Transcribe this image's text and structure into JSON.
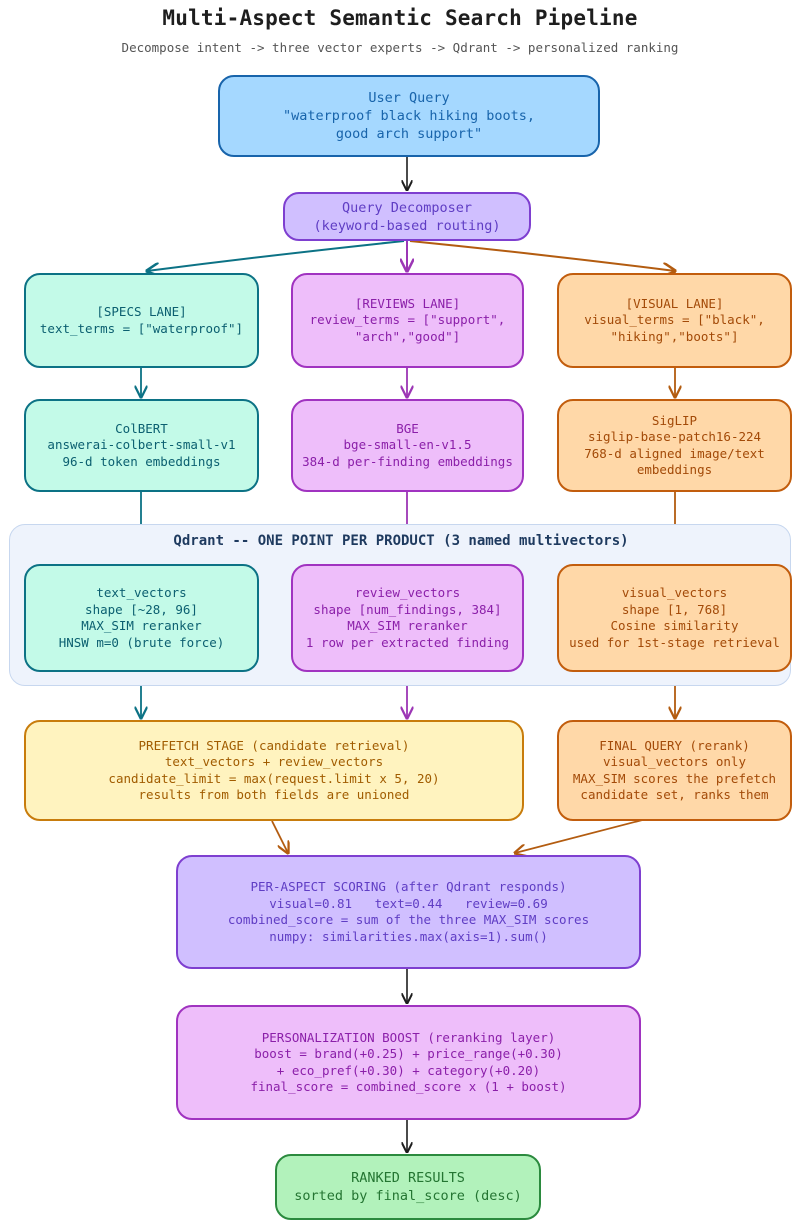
{
  "title": "Multi-Aspect Semantic Search Pipeline",
  "subtitle": "Decompose intent -> three vector experts -> Qdrant -> personalized ranking",
  "colors": {
    "user_query": "#a5d8ff",
    "decomposer": "#d0bfff",
    "specs": "#c3fae8",
    "reviews": "#eebefa",
    "visual": "#ffd8a8",
    "prefetch": "#fff3bf",
    "results": "#b2f2bb",
    "qdrant_group": "#eef3fc"
  },
  "user_query": {
    "lines": [
      "User Query",
      "\"waterproof black hiking boots,",
      "good arch support\""
    ]
  },
  "decomposer": {
    "lines": [
      "Query Decomposer",
      "(keyword-based routing)"
    ]
  },
  "lanes": {
    "specs": {
      "lines": [
        "[SPECS LANE]",
        "text_terms = [\"waterproof\"]"
      ]
    },
    "reviews": {
      "lines": [
        "[REVIEWS LANE]",
        "review_terms = [\"support\",",
        "\"arch\",\"good\"]"
      ]
    },
    "visual": {
      "lines": [
        "[VISUAL LANE]",
        "visual_terms = [\"black\",",
        "\"hiking\",\"boots\"]"
      ]
    }
  },
  "models": {
    "colbert": {
      "lines": [
        "ColBERT",
        "answerai-colbert-small-v1",
        "96-d token embeddings"
      ]
    },
    "bge": {
      "lines": [
        "BGE",
        "bge-small-en-v1.5",
        "384-d per-finding embeddings"
      ]
    },
    "siglip": {
      "lines": [
        "SigLIP",
        "siglip-base-patch16-224",
        "768-d aligned image/text",
        "embeddings"
      ]
    }
  },
  "qdrant": {
    "label": "Qdrant -- ONE POINT PER PRODUCT (3 named multivectors)",
    "text_vectors": {
      "lines": [
        "text_vectors",
        "shape [~28, 96]",
        "MAX_SIM reranker",
        "HNSW m=0 (brute force)"
      ]
    },
    "review_vectors": {
      "lines": [
        "review_vectors",
        "shape [num_findings, 384]",
        "MAX_SIM reranker",
        "1 row per extracted finding"
      ]
    },
    "visual_vectors": {
      "lines": [
        "visual_vectors",
        "shape [1, 768]",
        "Cosine similarity",
        "used for 1st-stage retrieval"
      ]
    }
  },
  "prefetch": {
    "lines": [
      "PREFETCH STAGE (candidate retrieval)",
      "text_vectors + review_vectors",
      "candidate_limit = max(request.limit x 5, 20)",
      "results from both fields are unioned"
    ]
  },
  "final_query": {
    "lines": [
      "FINAL QUERY (rerank)",
      "visual_vectors only",
      "MAX_SIM scores the prefetch",
      "candidate set, ranks them"
    ]
  },
  "scoring": {
    "lines": [
      "PER-ASPECT SCORING (after Qdrant responds)",
      "visual=0.81   text=0.44   review=0.69",
      "combined_score = sum of the three MAX_SIM scores",
      "numpy: similarities.max(axis=1).sum()"
    ]
  },
  "personalization": {
    "lines": [
      "PERSONALIZATION BOOST (reranking layer)",
      "boost = brand(+0.25) + price_range(+0.30)",
      "+ eco_pref(+0.30) + category(+0.20)",
      "final_score = combined_score x (1 + boost)"
    ]
  },
  "results": {
    "lines": [
      "RANKED RESULTS",
      "sorted by final_score (desc)"
    ]
  }
}
